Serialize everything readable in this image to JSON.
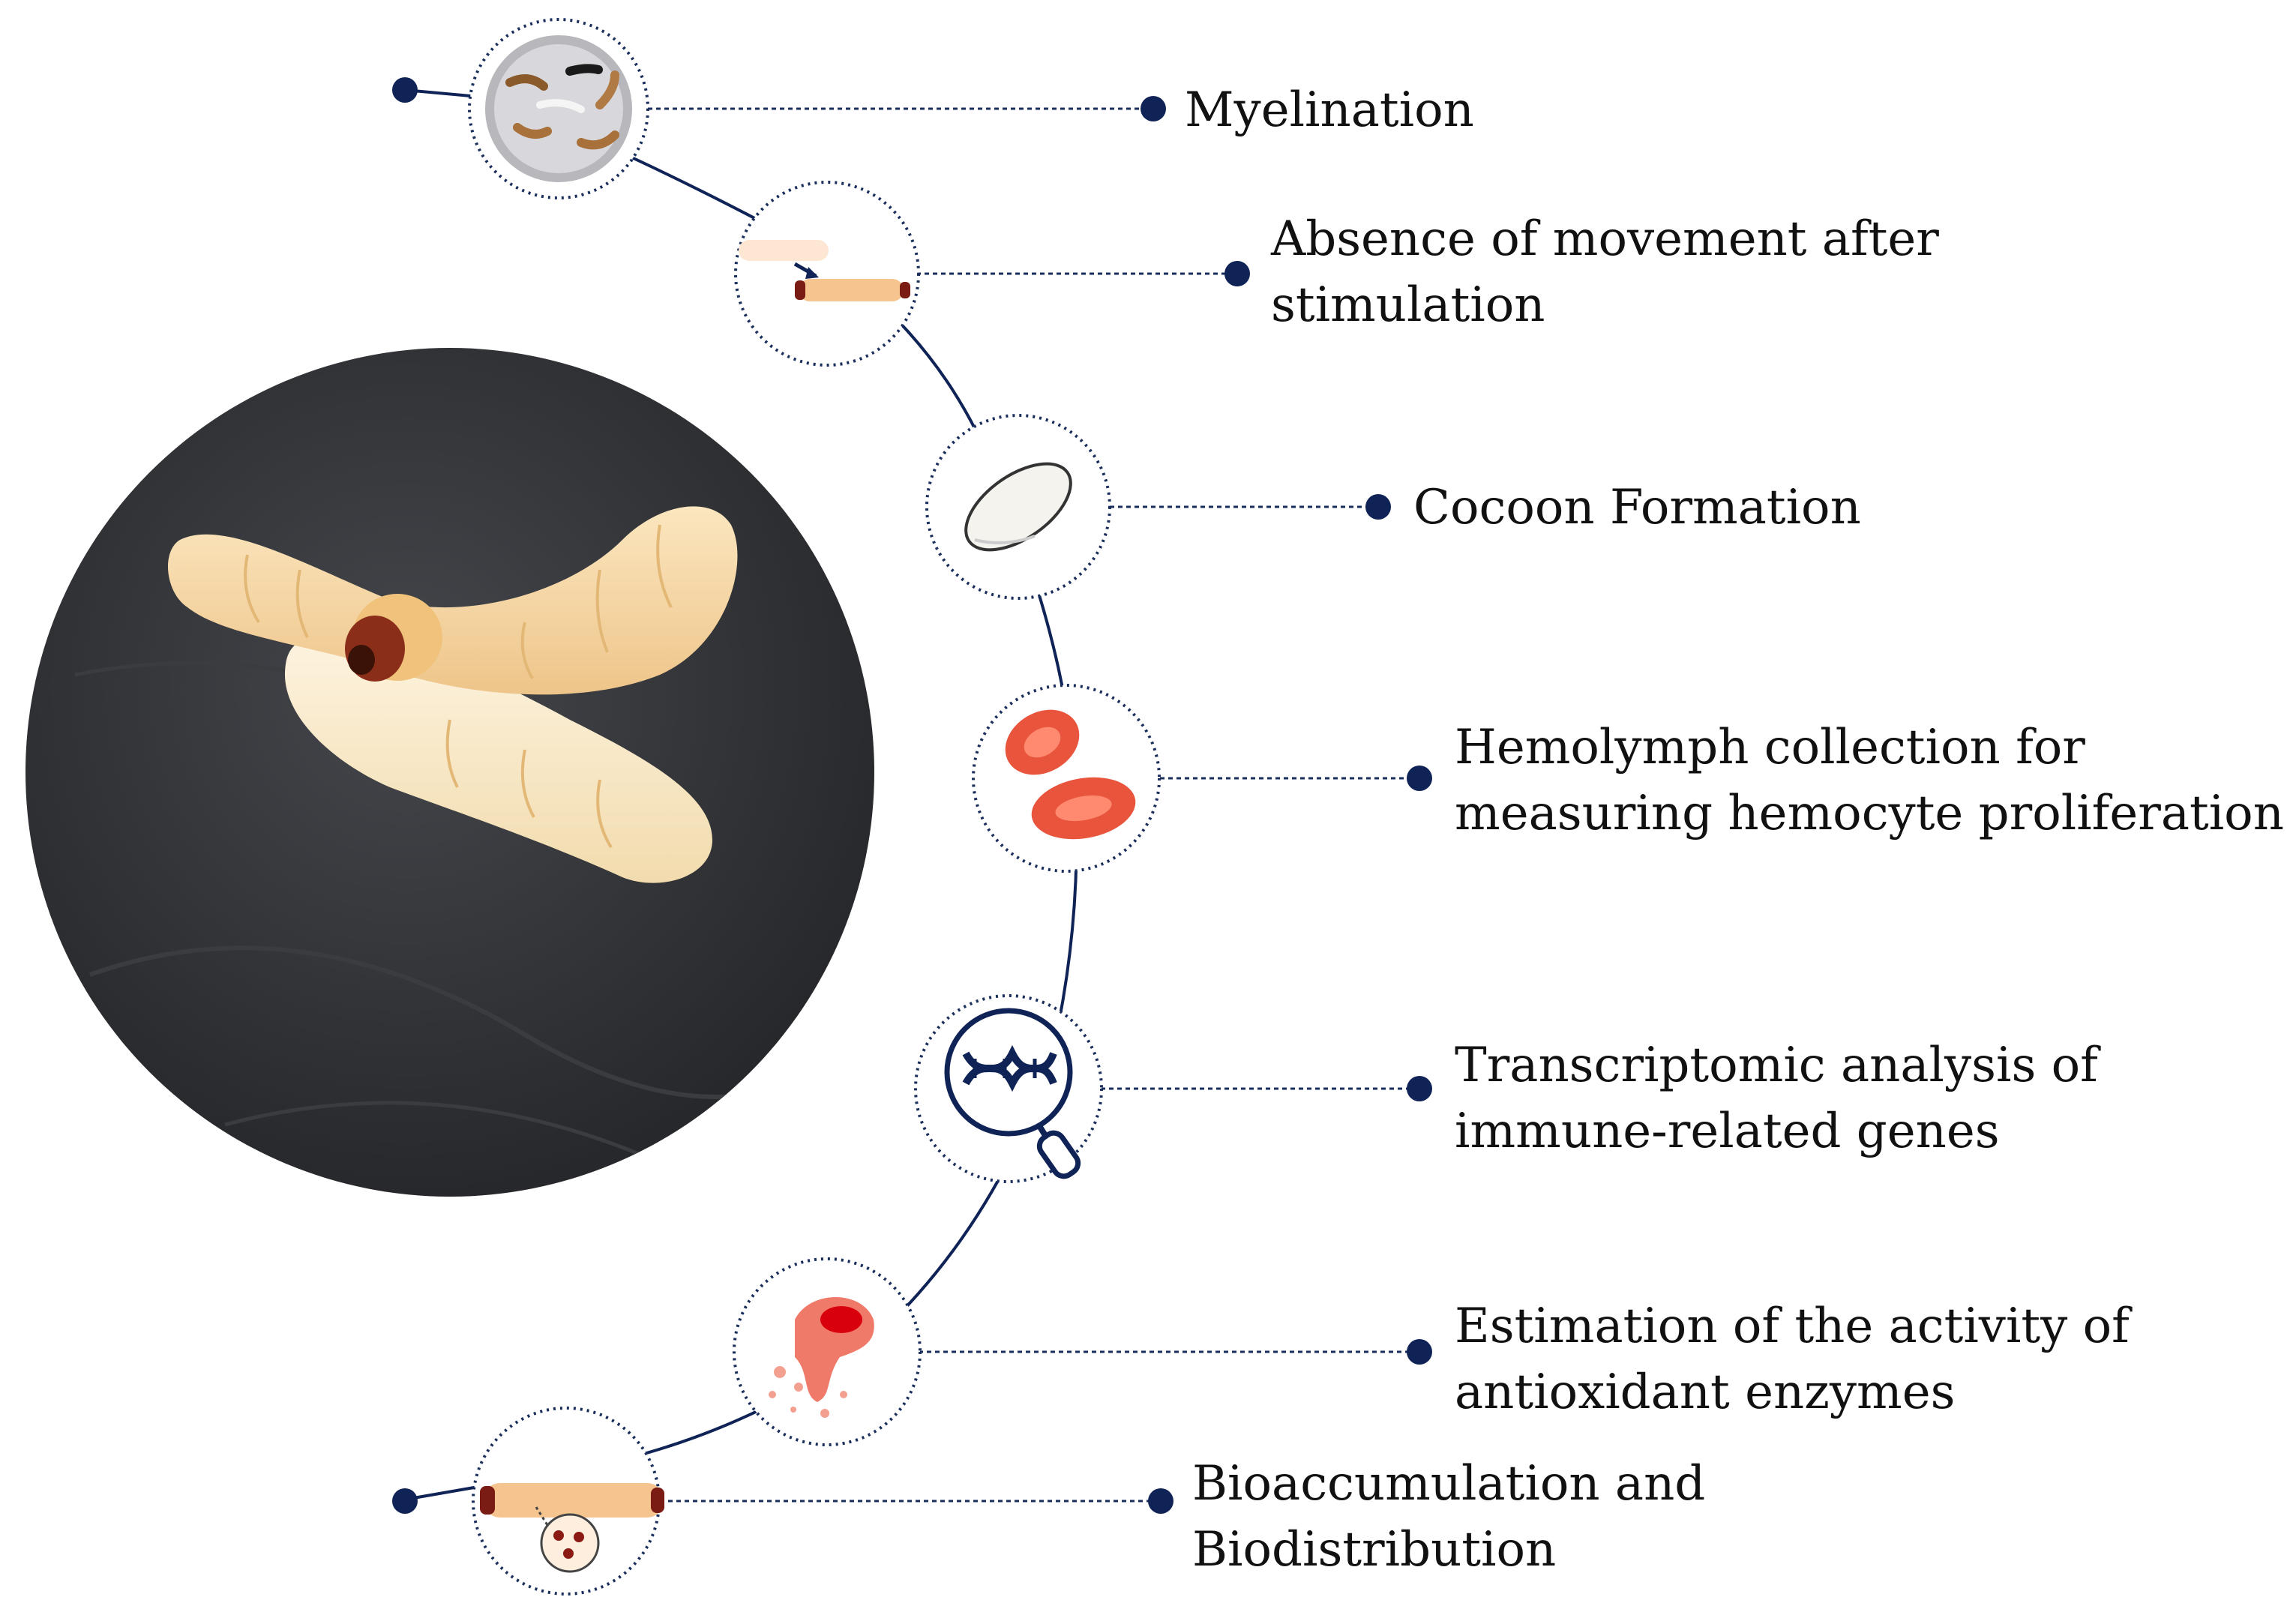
{
  "colors": {
    "navy": "#0f2357",
    "dot_border": "#1a2e5c",
    "label_text": "#111111",
    "photo_bg": "#2e3034",
    "larva_body": "#f6d9a6",
    "blood_red": "#e8553c"
  },
  "photo": {
    "subject": "galleria-mellonella-larvae-photo"
  },
  "stages": [
    {
      "id": "myelination",
      "icon": "petri-dish-larvae-icon",
      "lines": [
        "Myelination"
      ]
    },
    {
      "id": "movement",
      "icon": "larva-flip-icon",
      "lines": [
        "Absence of movement after",
        "stimulation"
      ]
    },
    {
      "id": "cocoon",
      "icon": "cocoon-icon",
      "lines": [
        "Cocoon Formation"
      ]
    },
    {
      "id": "hemolymph",
      "icon": "blood-cells-icon",
      "lines": [
        "Hemolymph collection for",
        "measuring hemocyte proliferation"
      ]
    },
    {
      "id": "transcriptomic",
      "icon": "dna-magnifier-icon",
      "lines": [
        "Transcriptomic analysis of",
        "immune-related genes"
      ]
    },
    {
      "id": "antioxidant",
      "icon": "cell-burst-icon",
      "lines": [
        "Estimation of the activity of",
        "antioxidant enzymes"
      ]
    },
    {
      "id": "bioaccumulation",
      "icon": "larva-particles-icon",
      "lines": [
        "Bioaccumulation and",
        "Biodistribution"
      ]
    }
  ]
}
